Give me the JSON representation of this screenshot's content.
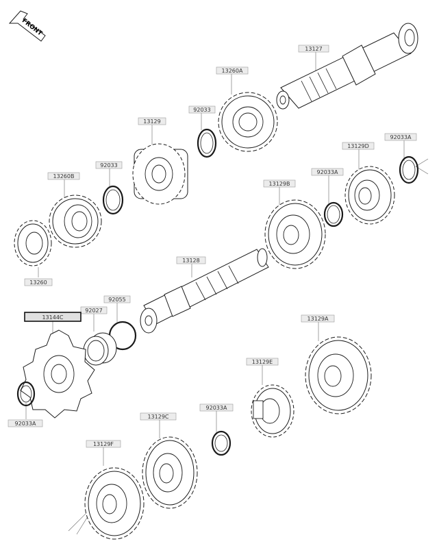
{
  "front_label": "FRONT",
  "parts": [
    {
      "id": "13127",
      "label": "13127"
    },
    {
      "id": "13260A",
      "label": "13260A"
    },
    {
      "id": "92033-a",
      "label": "92033"
    },
    {
      "id": "13129",
      "label": "13129"
    },
    {
      "id": "92033-b",
      "label": "92033"
    },
    {
      "id": "13260B",
      "label": "13260B"
    },
    {
      "id": "13260",
      "label": "13260"
    },
    {
      "id": "13129D",
      "label": "13129D"
    },
    {
      "id": "92033A-a",
      "label": "92033A"
    },
    {
      "id": "92033A-b",
      "label": "92033A"
    },
    {
      "id": "13129B",
      "label": "13129B"
    },
    {
      "id": "13128",
      "label": "13128"
    },
    {
      "id": "92055",
      "label": "92055"
    },
    {
      "id": "92027",
      "label": "92027"
    },
    {
      "id": "13144C",
      "label": "13144C"
    },
    {
      "id": "13129A",
      "label": "13129A"
    },
    {
      "id": "13129E",
      "label": "13129E"
    },
    {
      "id": "92033A-c",
      "label": "92033A"
    },
    {
      "id": "13129C",
      "label": "13129C"
    },
    {
      "id": "13129F",
      "label": "13129F"
    },
    {
      "id": "92033A-d",
      "label": "92033A"
    }
  ]
}
